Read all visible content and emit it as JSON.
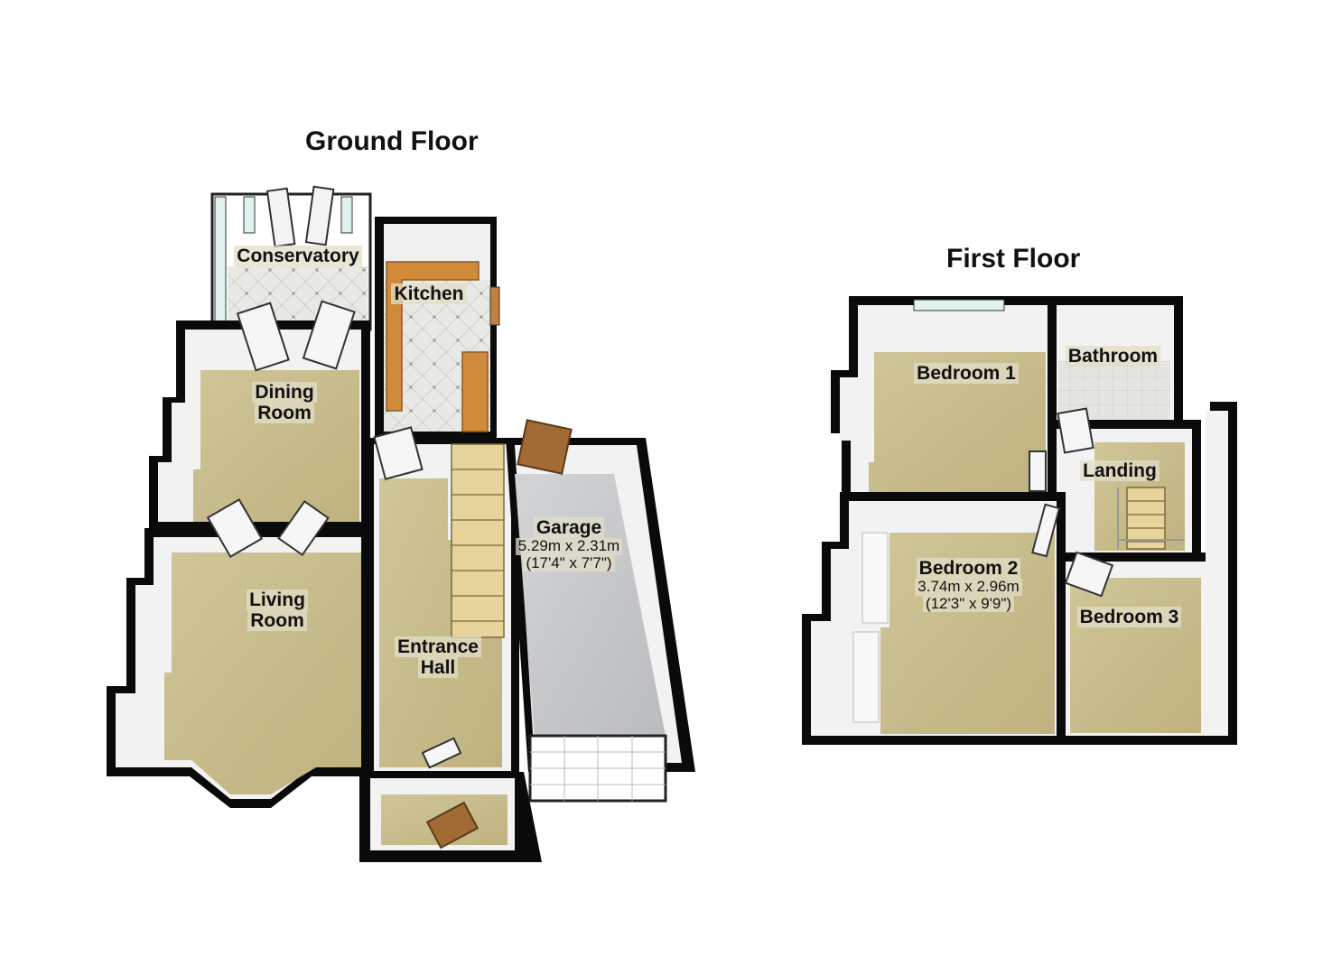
{
  "floors": {
    "ground": {
      "title": "Ground Floor",
      "rooms": {
        "conservatory": {
          "name": "Conservatory"
        },
        "kitchen": {
          "name": "Kitchen"
        },
        "dining": {
          "name_line1": "Dining",
          "name_line2": "Room"
        },
        "living": {
          "name_line1": "Living",
          "name_line2": "Room"
        },
        "entrance": {
          "name_line1": "Entrance",
          "name_line2": "Hall"
        },
        "garage": {
          "name": "Garage",
          "metric": "5.29m x 2.31m",
          "imperial": "(17'4\" x 7'7\")"
        }
      }
    },
    "first": {
      "title": "First Floor",
      "rooms": {
        "bedroom1": {
          "name": "Bedroom 1"
        },
        "bathroom": {
          "name": "Bathroom"
        },
        "landing": {
          "name": "Landing"
        },
        "bedroom2": {
          "name": "Bedroom 2",
          "metric": "3.74m x 2.96m",
          "imperial": "(12'3\" x 9'9\")"
        },
        "bedroom3": {
          "name": "Bedroom 3"
        }
      }
    }
  },
  "colors": {
    "wall": "#0a0a0a",
    "carpet": "#c8bd8e",
    "tile": "#e6e6e0",
    "garage_floor": "#c4c6c8",
    "wall_face": "#f2f2f2",
    "worktop": "#d08a3a",
    "stairs": "#e6d49a",
    "door": "#a26a35"
  }
}
